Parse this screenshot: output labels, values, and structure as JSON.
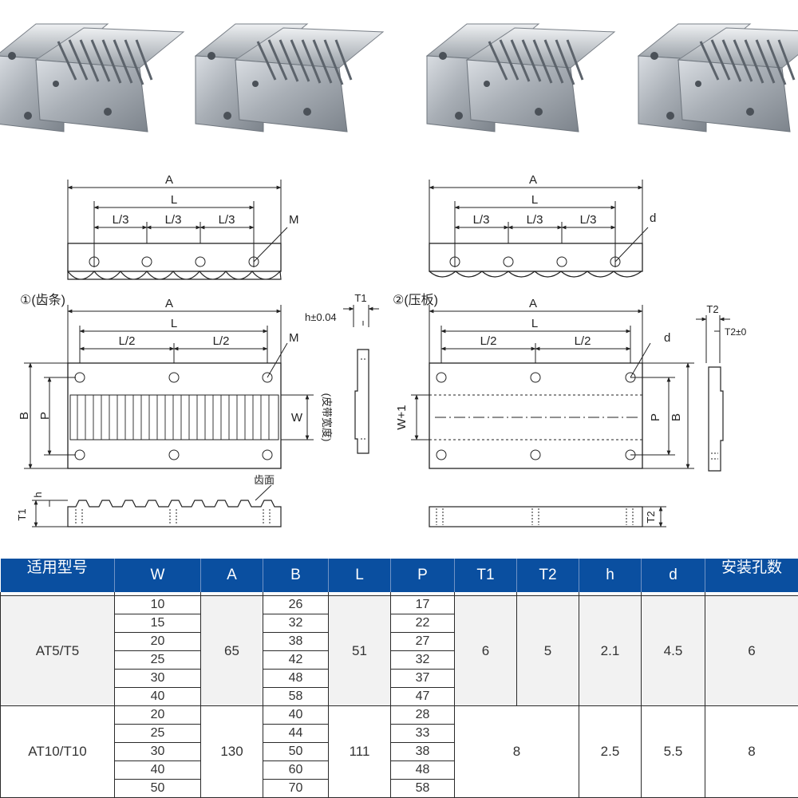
{
  "photos": {
    "count": 4
  },
  "drawing": {
    "rack": {
      "caption": "①(齿条)",
      "dim_A": "A",
      "dim_L": "L",
      "dim_L3": "L/3",
      "dim_L2": "L/2",
      "hole_label": "M",
      "dim_B": "B",
      "dim_P": "P",
      "dim_W": "W",
      "belt_width_note": "(皮带宽度)",
      "tooth_face": "齿面",
      "dim_T1": "T1",
      "dim_h": "h",
      "tol_h": "h±0.04"
    },
    "plate": {
      "caption": "②(压板)",
      "dim_A": "A",
      "dim_L": "L",
      "dim_L3": "L/3",
      "dim_L2": "L/2",
      "hole_label": "d",
      "dim_B": "B",
      "dim_P": "P",
      "dim_W1": "W+1",
      "dim_T2": "T2",
      "tol_T2": "T2±0"
    }
  },
  "table": {
    "headers": [
      "适用型号",
      "W",
      "A",
      "B",
      "L",
      "P",
      "T1",
      "T2",
      "h",
      "d",
      "安装孔数"
    ],
    "groups": [
      {
        "model": "AT5/T5",
        "A": "65",
        "L": "51",
        "T1": "6",
        "T2": "5",
        "h": "2.1",
        "d": "4.5",
        "holes": "6",
        "rows": [
          {
            "W": "10",
            "B": "26",
            "P": "17"
          },
          {
            "W": "15",
            "B": "32",
            "P": "22"
          },
          {
            "W": "20",
            "B": "38",
            "P": "27"
          },
          {
            "W": "25",
            "B": "42",
            "P": "32"
          },
          {
            "W": "30",
            "B": "48",
            "P": "37"
          },
          {
            "W": "40",
            "B": "58",
            "P": "47"
          }
        ]
      },
      {
        "model": "AT10/T10",
        "A": "130",
        "L": "111",
        "T1T2": "8",
        "h": "2.5",
        "d": "5.5",
        "holes": "8",
        "rows": [
          {
            "W": "20",
            "B": "40",
            "P": "28"
          },
          {
            "W": "25",
            "B": "44",
            "P": "33"
          },
          {
            "W": "30",
            "B": "50",
            "P": "38"
          },
          {
            "W": "40",
            "B": "60",
            "P": "48"
          },
          {
            "W": "50",
            "B": "70",
            "P": "58"
          }
        ]
      }
    ]
  }
}
